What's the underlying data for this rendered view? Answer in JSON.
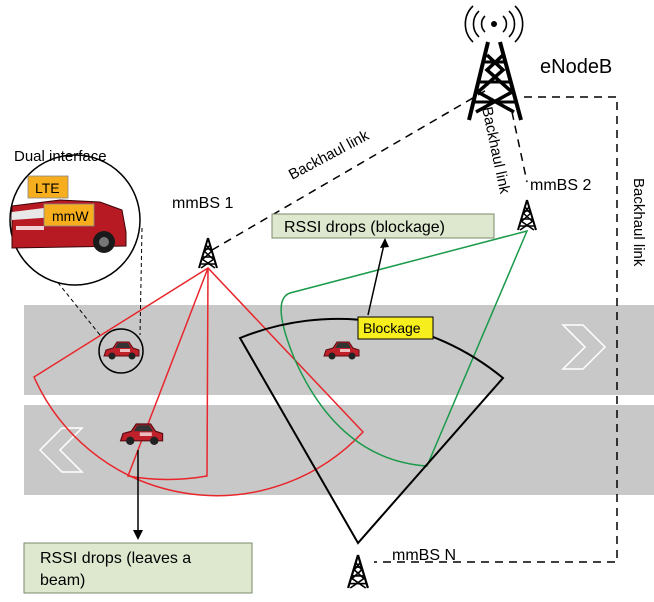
{
  "nodes": {
    "enodeb": "eNodeB",
    "mmbs1": "mmBS 1",
    "mmbs2": "mmBS 2",
    "mmbsn": "mmBS N"
  },
  "links": {
    "backhaul_1": "Backhaul link",
    "backhaul_2": "Backhaul link",
    "backhaul_n": "Backhaul link"
  },
  "inset": {
    "title": "Dual interface",
    "lte": "LTE",
    "mmw": "mmW"
  },
  "callouts": {
    "rssi_blockage": "RSSI drops (blockage)",
    "blockage": "Blockage",
    "rssi_leaves_line1": "RSSI drops (leaves a",
    "rssi_leaves_line2": "beam)"
  },
  "colors": {
    "road": "#c8c8c8",
    "beam_red": "#e8262b",
    "beam_green": "#1a9a4a",
    "beam_black": "#000000",
    "callout_fill": "#dde8cf",
    "label_yellow": "#f7ee1e",
    "label_orange": "#f6ae1e"
  }
}
